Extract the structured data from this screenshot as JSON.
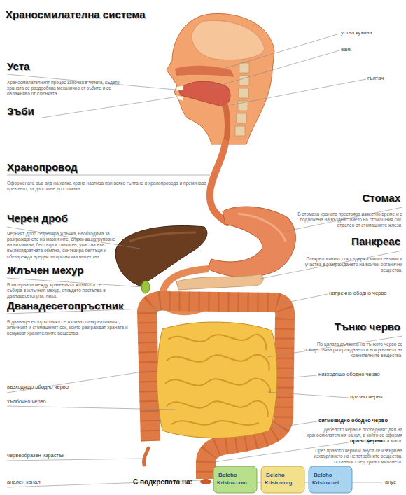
{
  "diagram": {
    "title": "Храносмилателна система",
    "labels": [
      "устна кухина",
      "Уста",
      "език",
      "Храносмилателният процес започва в устата, където храната се раздробява механично от зъбите и се овлажнява от слюнката.",
      "гълтач",
      "Зъби",
      "Хранопровод",
      "Оформената във вид на хапка храна навлиза при всяко гълтане в хранопровода и преминава през него, за да стигне до стомаха.",
      "Стомах",
      "В стомаха храната престоява известно време и е подложена на въздействието на стомашния сок, отделен от стомашните жлези.",
      "Черен дроб",
      "Черният дроб секретира жлъчка, необходима за разграждането на мазнините, служи за натрупване на витамини, белтъци и гликоген, участва във въглехидратната обмяна, синтезира белтъци и обезврежда вредни за организма вещества.",
      "Панкреас",
      "Панкреатичният сок съдържа много ензими и участва в разграждането на всички органични вещества.",
      "Жлъчен мехур",
      "В интервала между храненията жлъчката се събира в жлъчния мехур, откъдето постъпва в дванадесетопръстника.",
      "напречно ободно черво",
      "Дванадесетопръстник",
      "В дванадесетопръстника се изливат панкреатичният, жлъчният и стомашният сок, които разграждат храната и всмукват хранителните вещества.",
      "Тънко черво",
      "По цялата дължина на тънкото черво се осъществява разграждането и всмукването на хранителните вещества.",
      "низходящо ободно черво",
      "възходящо ободно черво",
      "празно черво",
      "хълбочно черво",
      "сигмовидно ободно черво",
      "Дебелото черво е последният дял на храносмилателния канал, в който се оформя фекалната маса.",
      "право черво",
      "През правото черво и ануса се извършва изхвърлянето на непотребните вещества, останали след храносмилането.",
      "червеобразен израстък",
      "анус",
      "анален канал",
      "С подкрепата на:",
      "Belcho",
      "Kristov.com",
      "Belcho",
      "Kristov.org",
      "Belcho",
      "Kristov.net"
    ]
  }
}
